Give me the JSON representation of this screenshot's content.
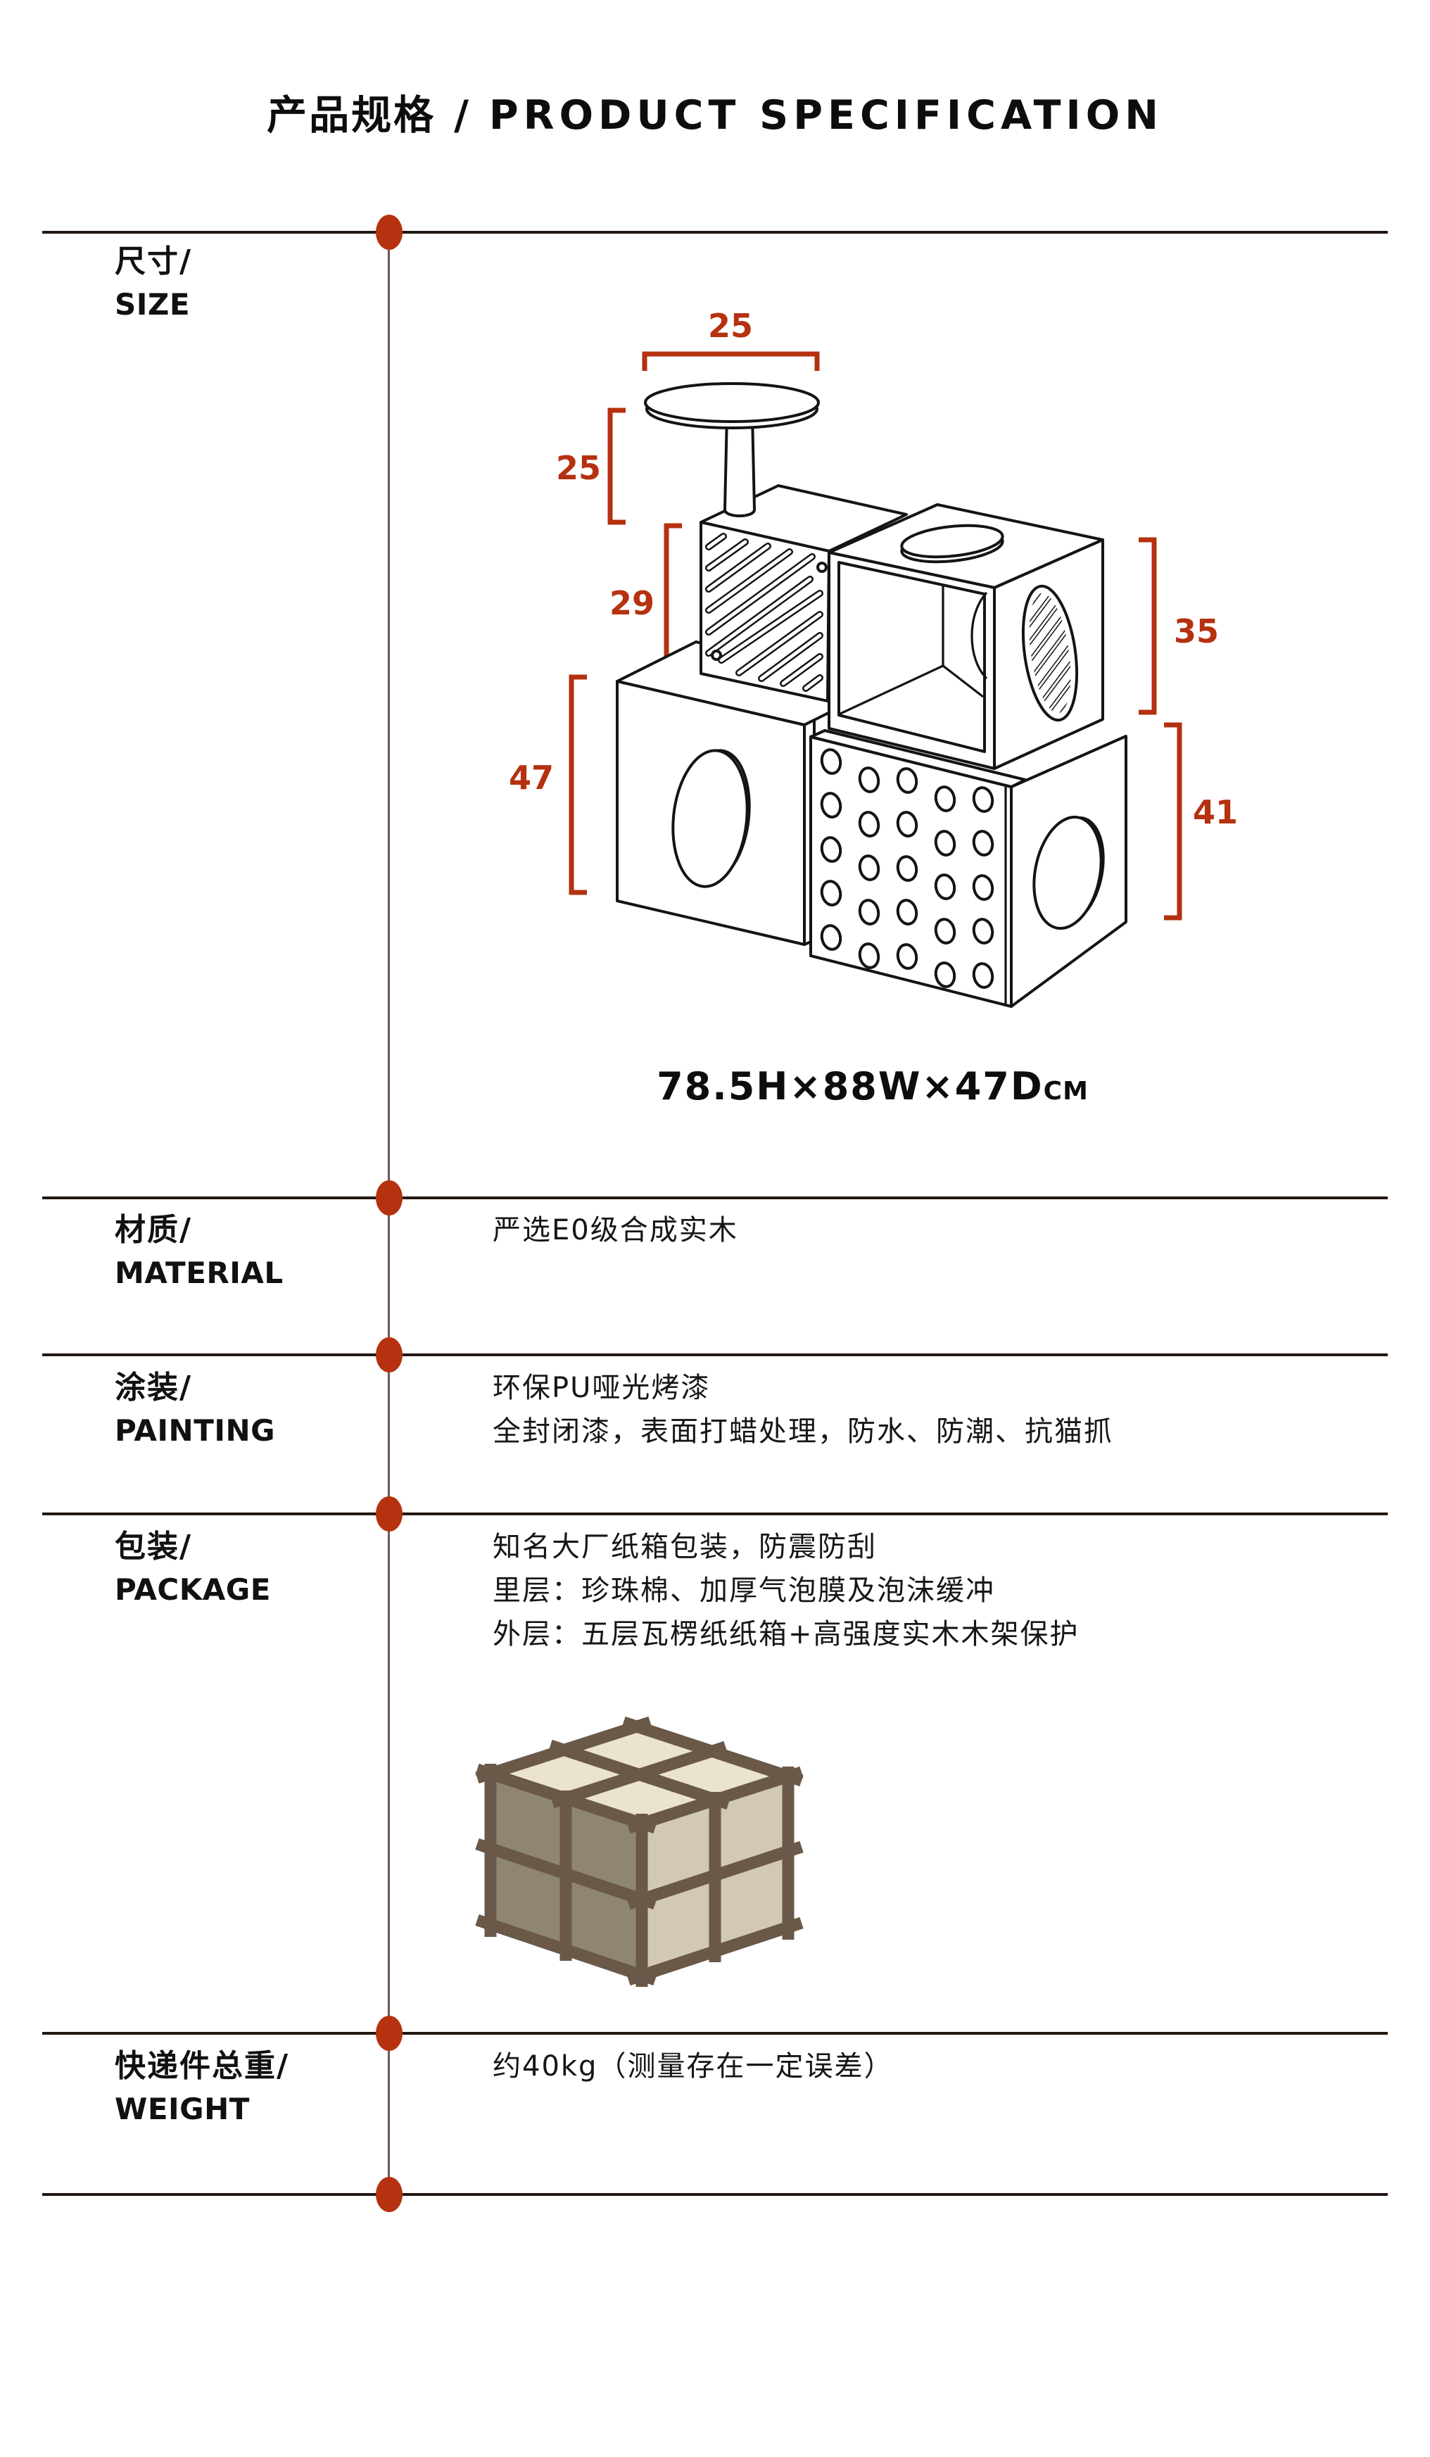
{
  "title": {
    "zh": "产品规格",
    "sep": "/",
    "en": "PRODUCT SPECIFICATION"
  },
  "accent_color": "#b5310f",
  "line_color": "#241712",
  "sections": [
    {
      "id": "size",
      "zh": "尺寸/",
      "en": "SIZE",
      "lines": []
    },
    {
      "id": "material",
      "zh": "材质/",
      "en": "MATERIAL",
      "lines": [
        "严选E0级合成实木"
      ]
    },
    {
      "id": "painting",
      "zh": "涂装/",
      "en": "PAINTING",
      "lines": [
        "环保PU哑光烤漆",
        "全封闭漆，表面打蜡处理，防水、防潮、抗猫抓"
      ]
    },
    {
      "id": "package",
      "zh": "包装/",
      "en": "PACKAGE",
      "lines": [
        "知名大厂纸箱包装，防震防刮",
        "里层：珍珠棉、加厚气泡膜及泡沫缓冲",
        "外层：五层瓦楞纸纸箱+高强度实木木架保护"
      ]
    },
    {
      "id": "weight",
      "zh": "快递件总重/",
      "en": "WEIGHT",
      "lines": [
        "约40kg（测量存在一定误差）"
      ]
    }
  ],
  "diagram": {
    "dims": {
      "top_width": "25",
      "mast_height": "25",
      "upper_cube_height": "29",
      "left_cube_height": "47",
      "right_cube_height": "35",
      "lower_right_cube_height": "41"
    },
    "caption": {
      "value": "78.5H×88W×47D",
      "unit": "CM"
    }
  },
  "crate_colors": {
    "frame": "#6a5848",
    "top": "#eae3d0",
    "front": "#d2c9b3",
    "side": "#8e8670"
  }
}
